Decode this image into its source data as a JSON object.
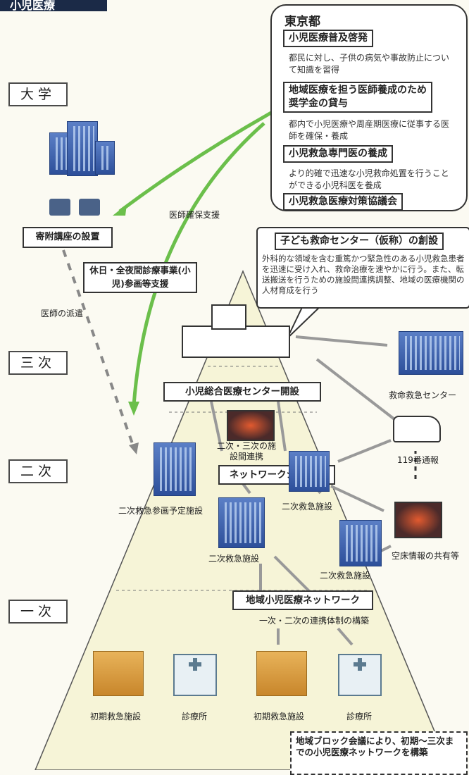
{
  "header_title": "小児医療",
  "levels": {
    "university": "大学",
    "tertiary": "三次",
    "secondary": "二次",
    "primary": "一次"
  },
  "tokyo": {
    "title": "東京都",
    "items": [
      {
        "title": "小児医療普及啓発",
        "desc": "都民に対し、子供の病気や事故防止について知識を習得"
      },
      {
        "title": "地域医療を担う医師養成のため奨学金の貸与",
        "desc": "都内で小児医療や周産期医療に従事する医師を確保・養成"
      },
      {
        "title": "小児救急専門医の養成",
        "desc": "より的確で迅速な小児救命処置を行うことができる小児科医を養成"
      },
      {
        "title": "小児救急医療対策協議会",
        "desc": ""
      }
    ]
  },
  "center": {
    "title": "子ども救命センター（仮称）の創設",
    "desc": "外科的な領域を含む重篤かつ緊急性のある小児救急患者を迅速に受け入れ、救命治療を速やかに行う。また、転送搬送を行うための施設間連携調整、地域の医療機関の人材育成を行う"
  },
  "labels": {
    "endowed": "寄附講座の設置",
    "doctor_support": "医師確保支援",
    "holiday_support": "休日・全夜間診療事業(小児)参画等支援",
    "doctor_dispatch": "医師の派遣",
    "pediatric_center": "小児総合医療センター開設",
    "inter_facility": "二次・三次の施設間連携",
    "network_system": "ネットワークシステム",
    "emergency_center": "救命救急センター",
    "call119": "119番通報",
    "secondary_planned": "二次救急参画予定施設",
    "secondary_a": "二次救急施設",
    "secondary_b": "二次救急施設",
    "secondary_c": "二次救急施設",
    "bed_info": "空床情報の共有等",
    "regional_network": "地域小児医療ネットワーク",
    "cooperation": "一次・二次の連携体制の構築",
    "primary_a": "初期救急施設",
    "clinic_a": "診療所",
    "primary_b": "初期救急施設",
    "clinic_b": "診療所",
    "block_meeting": "地域ブロック会議により、初期～三次までの小児医療ネットワークを構築"
  }
}
